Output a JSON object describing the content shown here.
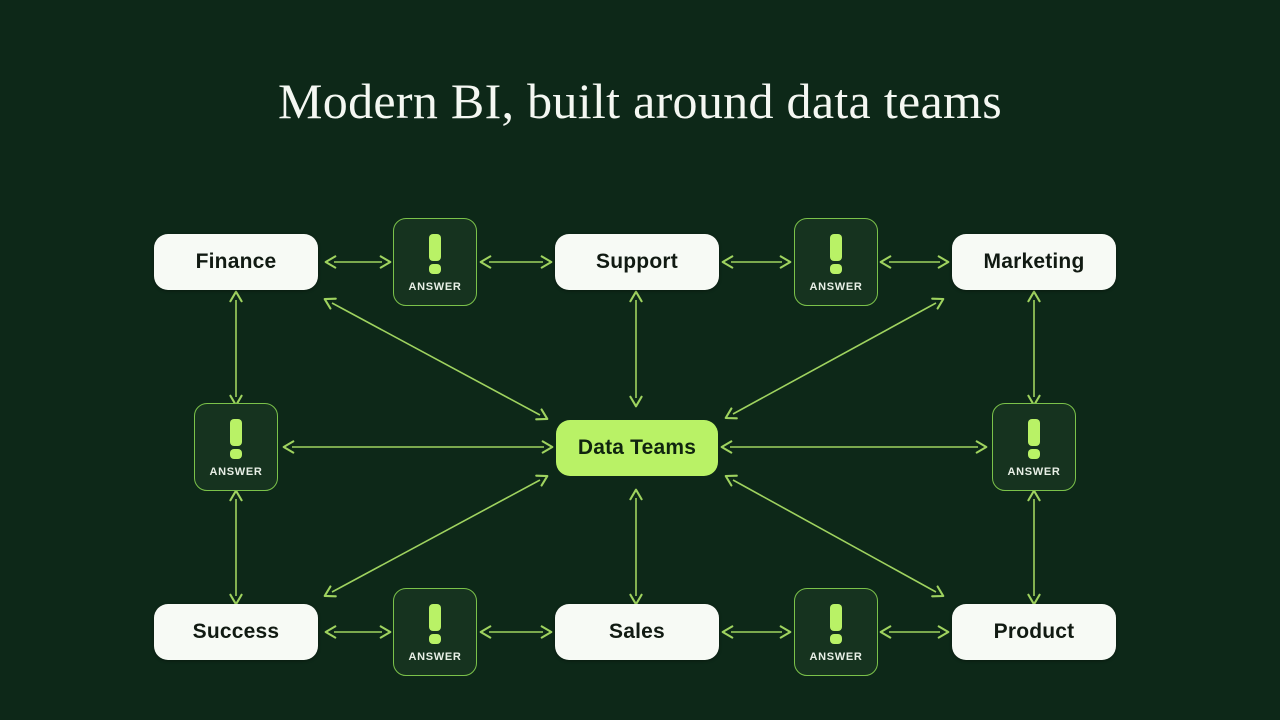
{
  "slide": {
    "title": "Modern BI, built around data teams",
    "background_color": "#0d2818",
    "accent_color": "#b9f266",
    "edge_color": "#9fd35f"
  },
  "diagram": {
    "type": "hub-and-spoke",
    "center": {
      "label": "Data Teams",
      "name": "center-node-data-teams"
    },
    "departments": [
      {
        "label": "Finance",
        "name": "node-finance",
        "position": "top-left"
      },
      {
        "label": "Support",
        "name": "node-support",
        "position": "top-center"
      },
      {
        "label": "Marketing",
        "name": "node-marketing",
        "position": "top-right"
      },
      {
        "label": "Success",
        "name": "node-success",
        "position": "bottom-left"
      },
      {
        "label": "Sales",
        "name": "node-sales",
        "position": "bottom-center"
      },
      {
        "label": "Product",
        "name": "node-product",
        "position": "bottom-right"
      }
    ],
    "answer_nodes": [
      {
        "label": "ANSWER",
        "icon": "exclamation-icon",
        "name": "answer-card-top-left"
      },
      {
        "label": "ANSWER",
        "icon": "exclamation-icon",
        "name": "answer-card-top-right"
      },
      {
        "label": "ANSWER",
        "icon": "exclamation-icon",
        "name": "answer-card-mid-left"
      },
      {
        "label": "ANSWER",
        "icon": "exclamation-icon",
        "name": "answer-card-mid-right"
      },
      {
        "label": "ANSWER",
        "icon": "exclamation-icon",
        "name": "answer-card-bottom-left"
      },
      {
        "label": "ANSWER",
        "icon": "exclamation-icon",
        "name": "answer-card-bottom-right"
      }
    ],
    "connections": [
      {
        "from": "Finance",
        "to": "ANSWER",
        "style": "double-arrow",
        "orientation": "horizontal"
      },
      {
        "from": "ANSWER",
        "to": "Support",
        "style": "double-arrow",
        "orientation": "horizontal"
      },
      {
        "from": "Support",
        "to": "ANSWER",
        "style": "double-arrow",
        "orientation": "horizontal"
      },
      {
        "from": "ANSWER",
        "to": "Marketing",
        "style": "double-arrow",
        "orientation": "horizontal"
      },
      {
        "from": "Success",
        "to": "ANSWER",
        "style": "double-arrow",
        "orientation": "horizontal"
      },
      {
        "from": "ANSWER",
        "to": "Sales",
        "style": "double-arrow",
        "orientation": "horizontal"
      },
      {
        "from": "Sales",
        "to": "ANSWER",
        "style": "double-arrow",
        "orientation": "horizontal"
      },
      {
        "from": "ANSWER",
        "to": "Product",
        "style": "double-arrow",
        "orientation": "horizontal"
      },
      {
        "from": "Finance",
        "to": "ANSWER",
        "style": "double-arrow",
        "orientation": "vertical"
      },
      {
        "from": "ANSWER",
        "to": "Success",
        "style": "double-arrow",
        "orientation": "vertical"
      },
      {
        "from": "Marketing",
        "to": "ANSWER",
        "style": "double-arrow",
        "orientation": "vertical"
      },
      {
        "from": "ANSWER",
        "to": "Product",
        "style": "double-arrow",
        "orientation": "vertical"
      },
      {
        "from": "Support",
        "to": "Data Teams",
        "style": "double-arrow",
        "orientation": "vertical"
      },
      {
        "from": "Data Teams",
        "to": "Sales",
        "style": "double-arrow",
        "orientation": "vertical"
      },
      {
        "from": "ANSWER",
        "to": "Data Teams",
        "style": "double-arrow",
        "orientation": "horizontal"
      },
      {
        "from": "Data Teams",
        "to": "ANSWER",
        "style": "double-arrow",
        "orientation": "horizontal"
      },
      {
        "from": "Finance",
        "to": "Data Teams",
        "style": "double-arrow",
        "orientation": "diagonal"
      },
      {
        "from": "Marketing",
        "to": "Data Teams",
        "style": "double-arrow",
        "orientation": "diagonal"
      },
      {
        "from": "Success",
        "to": "Data Teams",
        "style": "double-arrow",
        "orientation": "diagonal"
      },
      {
        "from": "Product",
        "to": "Data Teams",
        "style": "double-arrow",
        "orientation": "diagonal"
      }
    ]
  }
}
